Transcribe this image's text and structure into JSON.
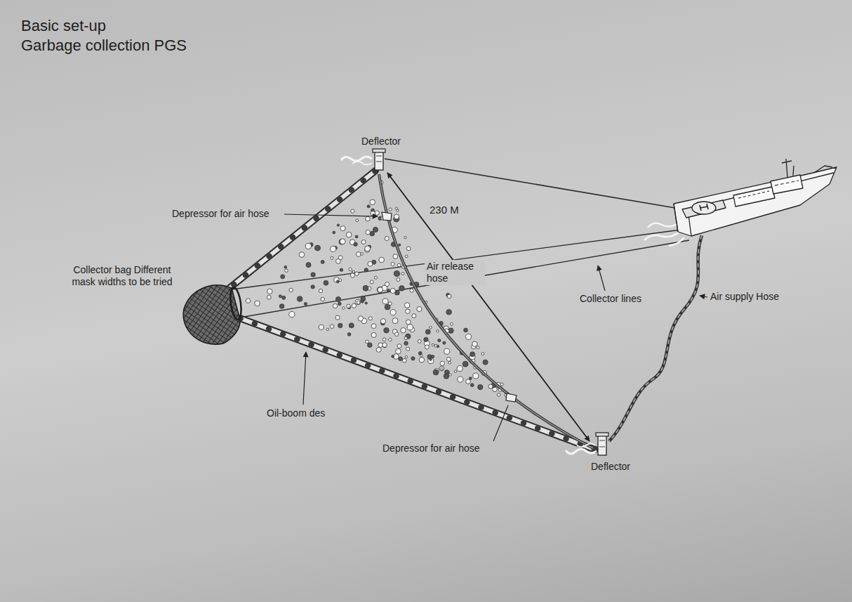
{
  "diagram": {
    "title": "Basic set-up",
    "labels": [
      "Garbage collection PGS",
      "Deflector",
      "Depressor for air hose",
      "230 M",
      "Collector bag Different mask widths to be tried",
      "Collector lines",
      "Air release hose",
      "Air supply Hose",
      "Oil-boom des",
      "Depressor for air hose",
      "Deflector"
    ]
  }
}
